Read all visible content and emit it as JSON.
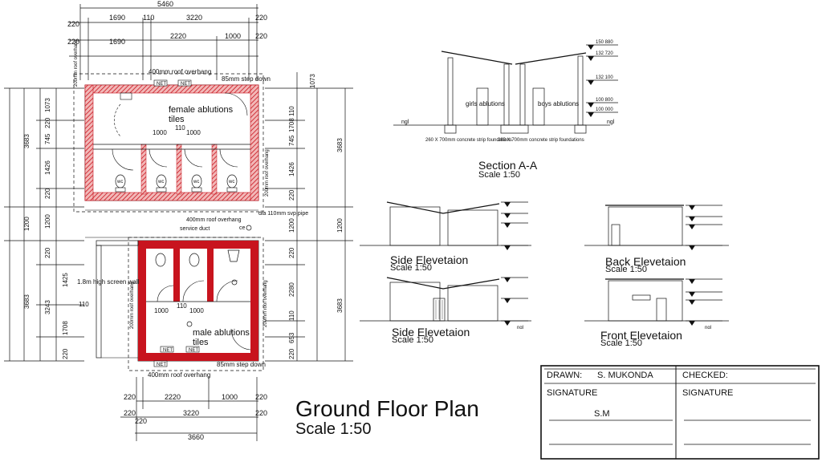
{
  "plan": {
    "title": "Ground Floor Plan",
    "scale": "Scale 1:50",
    "dims_top": [
      "5460",
      "1690",
      "3220",
      "220",
      "110",
      "220",
      "1690",
      "2220",
      "1000",
      "220",
      "220"
    ],
    "dims_bottom": [
      "220",
      "220",
      "2220",
      "1000",
      "220",
      "220",
      "3220",
      "220",
      "3660"
    ],
    "dims_left_outer": [
      "3683",
      "1200",
      "3683"
    ],
    "dims_left_inner": [
      "1073",
      "220",
      "745",
      "1426",
      "220",
      "1200",
      "220",
      "1425",
      "3243",
      "110",
      "1708",
      "220"
    ],
    "dims_right_outer": [
      "1073",
      "3683",
      "1200",
      "3683"
    ],
    "dims_right_inner": [
      "1708",
      "110",
      "745",
      "1426",
      "220",
      "1200",
      "220",
      "2280",
      "110",
      "653",
      "220"
    ],
    "labels": {
      "female": "female ablutions",
      "female_tiles": "tiles",
      "male": "male ablutions",
      "male_tiles": "tiles",
      "roof_top": "400mm roof overhang",
      "roof_mid": "400mm roof overhang",
      "roof_bottom": "400mm roof overhang",
      "step_top": "85mm step down",
      "step_bottom": "85mm step down",
      "service_duct": "service duct",
      "pipe": "dia 110mm svp pipe",
      "ce": "ce",
      "screen": "1.8m high screen wall",
      "overhang_left_top": "200mm roof overhang",
      "overhang_right_top": "200mm roof overhang",
      "overhang_left_bottom": "200mm roof overhang",
      "overhang_right_bottom": "200mm roof overhang",
      "wc": "wc",
      "net": "NET",
      "d1000": "1000",
      "d110": "110"
    }
  },
  "section": {
    "title": "Section A-A",
    "scale": "Scale 1:50",
    "girls": "girls ablutions",
    "boys": "boys ablutions",
    "ngl": "ngl",
    "foundation": "260 X 700mm concrete strip foundations",
    "levels": [
      "150 880",
      "132 720",
      "132 100",
      "100 800",
      "100 000"
    ]
  },
  "elevations": {
    "side1": {
      "title": "Side Elevetaion",
      "scale": "Scale 1:50"
    },
    "side2": {
      "title": "Side Elevetaion",
      "scale": "Scale 1:50"
    },
    "back": {
      "title": "Back Elevetaion",
      "scale": "Scale 1:50"
    },
    "front": {
      "title": "Front Elevetaion",
      "scale": "Scale 1:50"
    },
    "ngl": "ngl"
  },
  "title_block": {
    "drawn_label": "DRAWN:",
    "drawn_value": "S. MUKONDA",
    "checked_label": "CHECKED:",
    "signature_label_1": "SIGNATURE",
    "signature_value_1": "S.M",
    "signature_label_2": "SIGNATURE"
  },
  "colors": {
    "wall_red": "#c8141e",
    "wall_hatch": "#e05a5a",
    "line": "#111111"
  }
}
